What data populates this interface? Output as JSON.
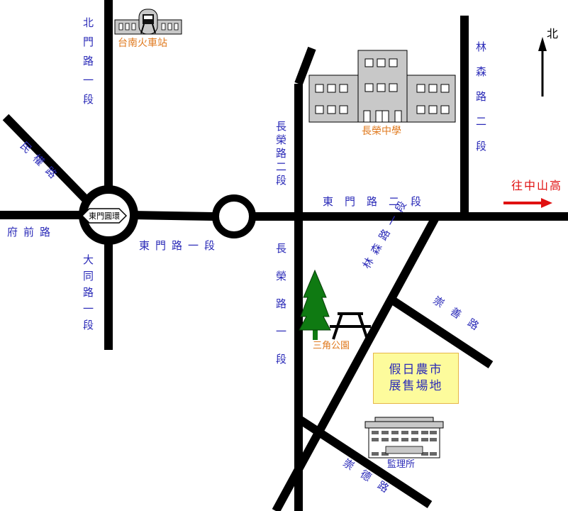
{
  "roads": {
    "beimen": "北門路一段",
    "minquan": "民權路",
    "fuqian": "府前路",
    "datong": "大同路一段",
    "dongmen1": "東門路一段",
    "dongmen2": "東門路二段",
    "changrong2": "長榮路二段",
    "changrong1": "長榮路一段",
    "linsen2": "林森路二段",
    "linsen1": "林森路一段",
    "chongshan": "崇善路",
    "chongde": "崇德路"
  },
  "landmarks": {
    "station": "台南火車站",
    "school": "長榮中學",
    "park": "三角公園",
    "market_line1": "假日農市",
    "market_line2": "展售場地",
    "office": "監理所",
    "roundabout": "東門圓環"
  },
  "direction": {
    "north": "北",
    "highway": "往中山高"
  },
  "colors": {
    "road": "#000000",
    "label": "#2b2bb8",
    "landmark": "#e07a1f",
    "arrow": "#e01010",
    "building": "#c8c8c8",
    "tree": "#0f7a12",
    "market_bg": "#fdfb9c"
  }
}
